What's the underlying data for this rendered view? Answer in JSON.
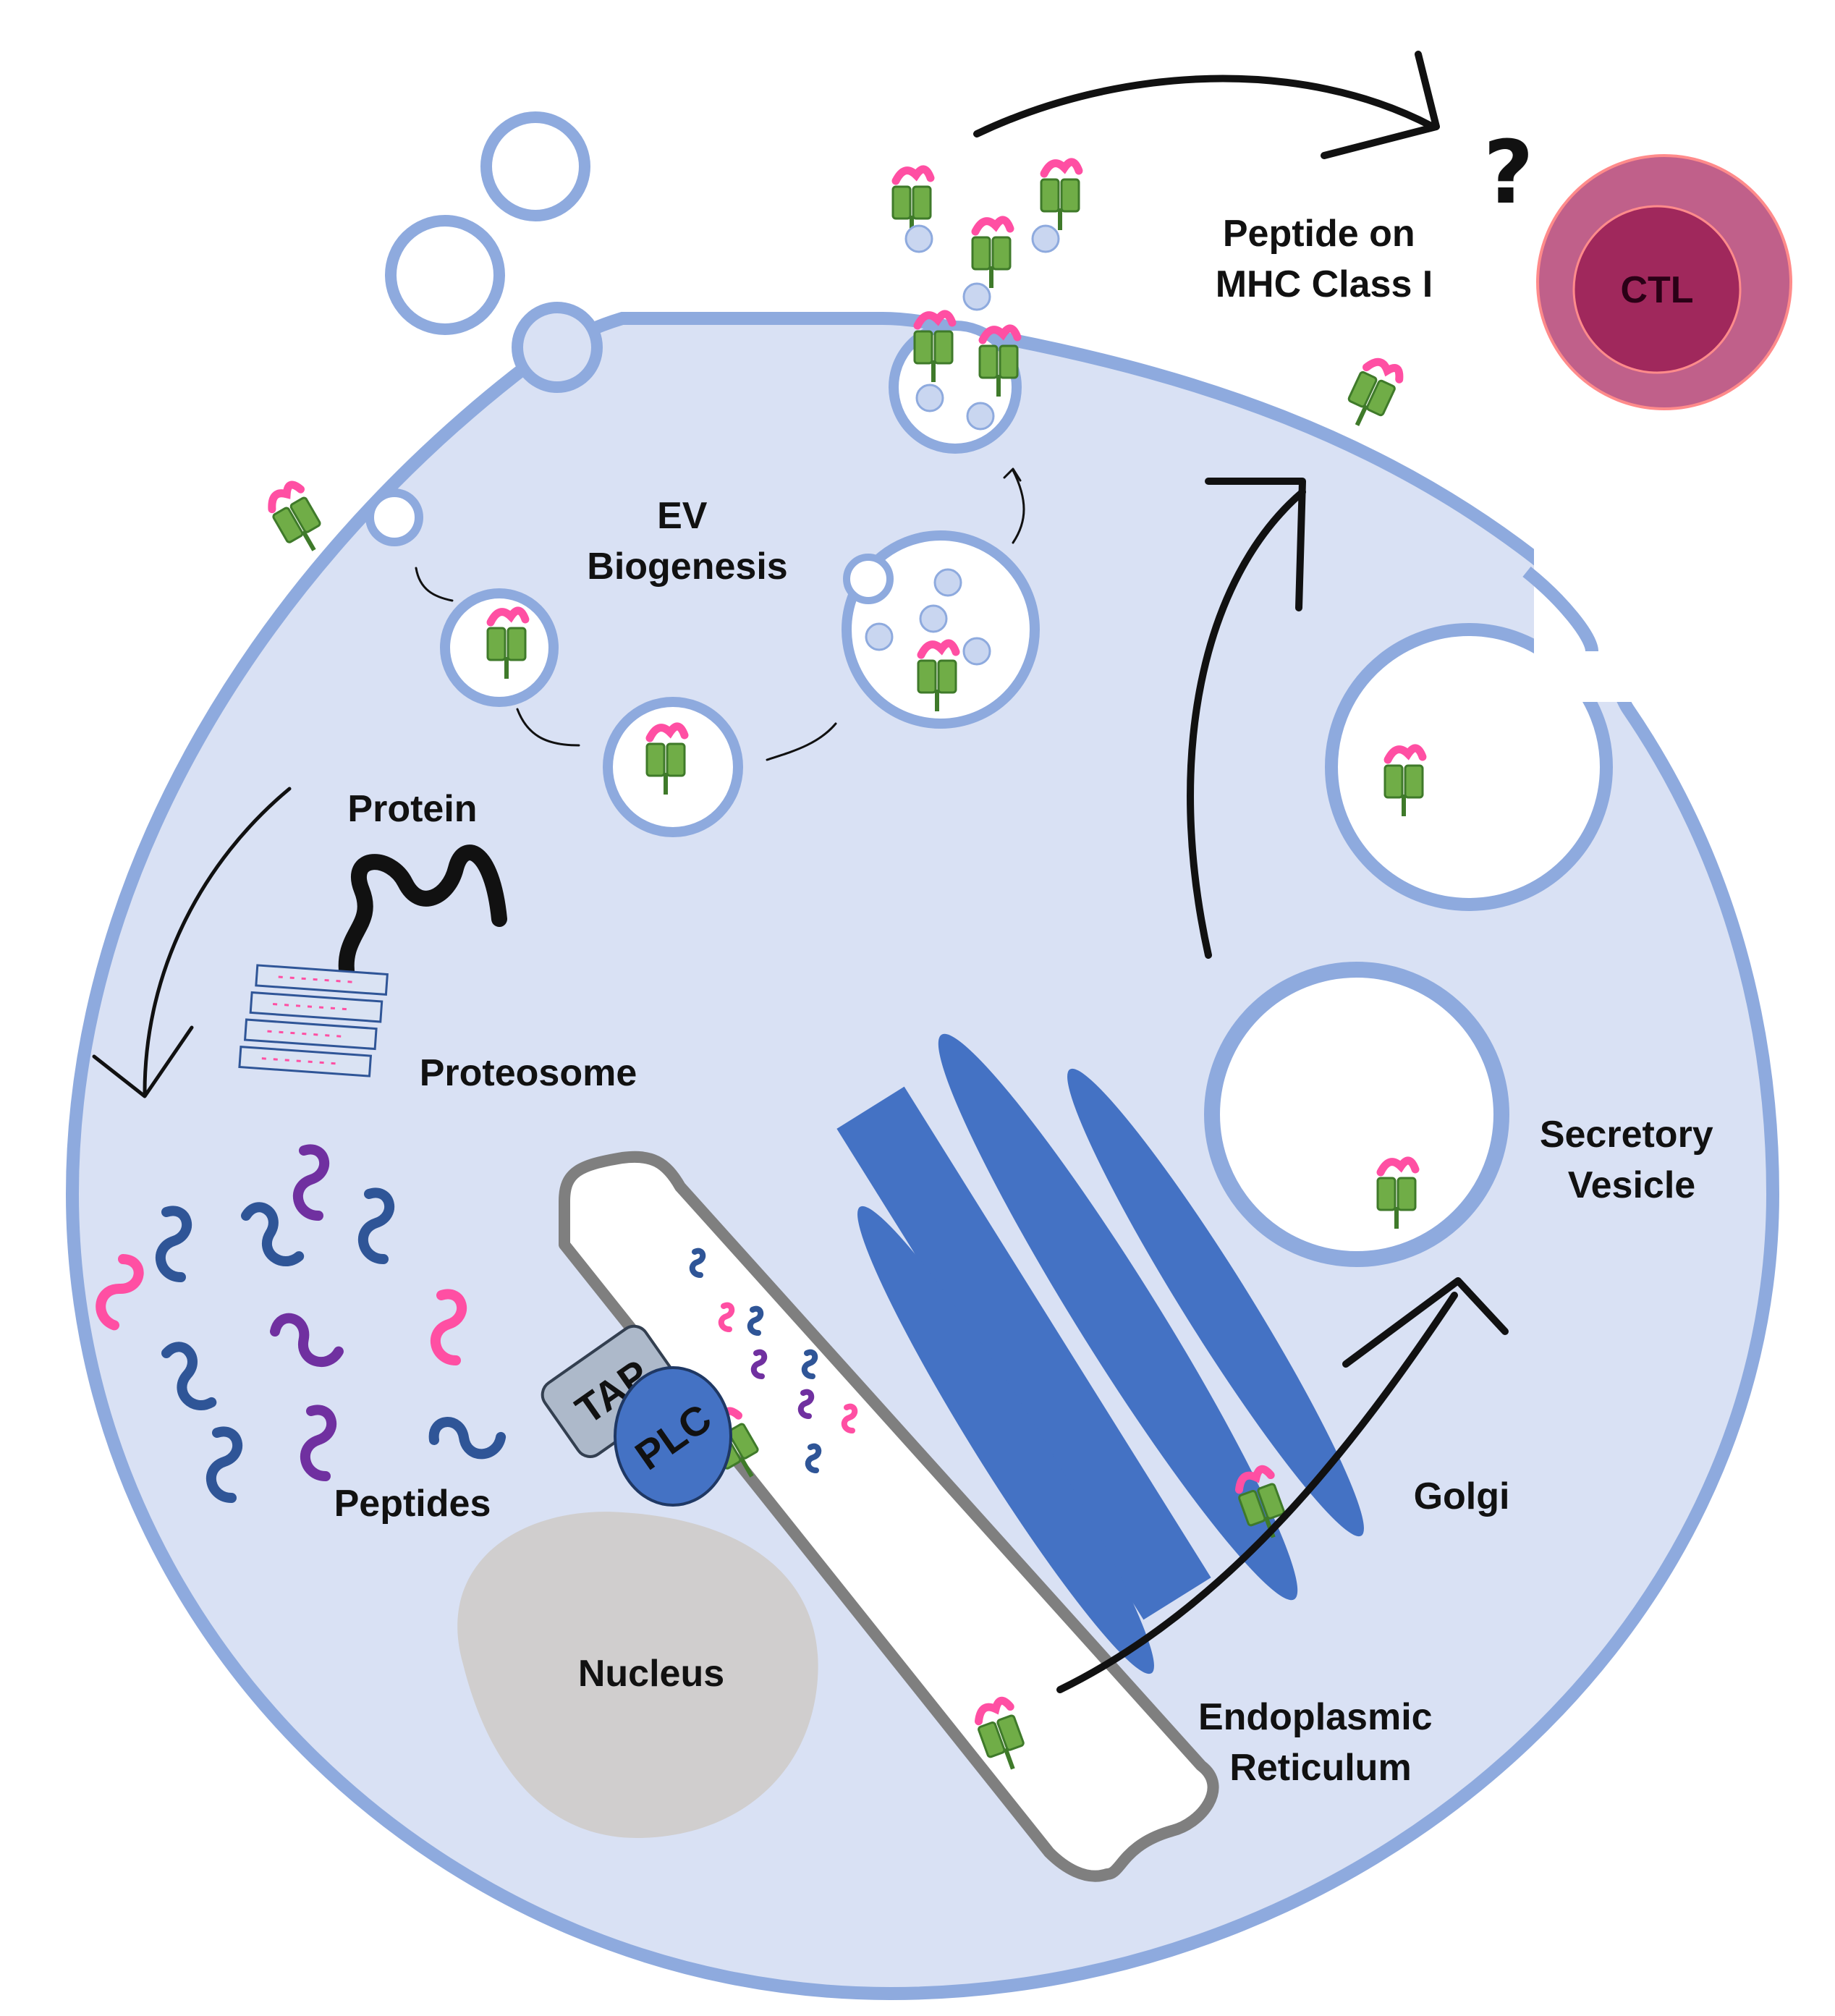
{
  "labels": {
    "peptide_mhc": [
      "Peptide on",
      "MHC Class I"
    ],
    "question": "?",
    "ctl": "CTL",
    "ev": [
      "EV",
      "Biogenesis"
    ],
    "protein": "Protein",
    "proteosome": "Proteosome",
    "secretory": [
      "Secretory",
      "Vesicle"
    ],
    "peptides": "Peptides",
    "tap": "TAP",
    "plc": "PLC",
    "golgi": "Golgi",
    "nucleus": "Nucleus",
    "er": [
      "Endoplasmic",
      "Reticulum"
    ]
  },
  "colors": {
    "cytoplasm": "#d9e1f4",
    "membrane": "#8eaade",
    "golgi": "#4472c4",
    "er_wall": "#7f7f7f",
    "nucleus": "#d0cece",
    "mhc_green": "#70ad47",
    "peptide_pink": "#ff4fa3",
    "peptide_navy": "#2f5597",
    "peptide_purple": "#7030a0",
    "ctl_outer": "#c0608a",
    "ctl_inner": "#a0285c",
    "tap": "#adb9ca",
    "plc": "#4472c4",
    "exosome": "#c9d6f0"
  }
}
